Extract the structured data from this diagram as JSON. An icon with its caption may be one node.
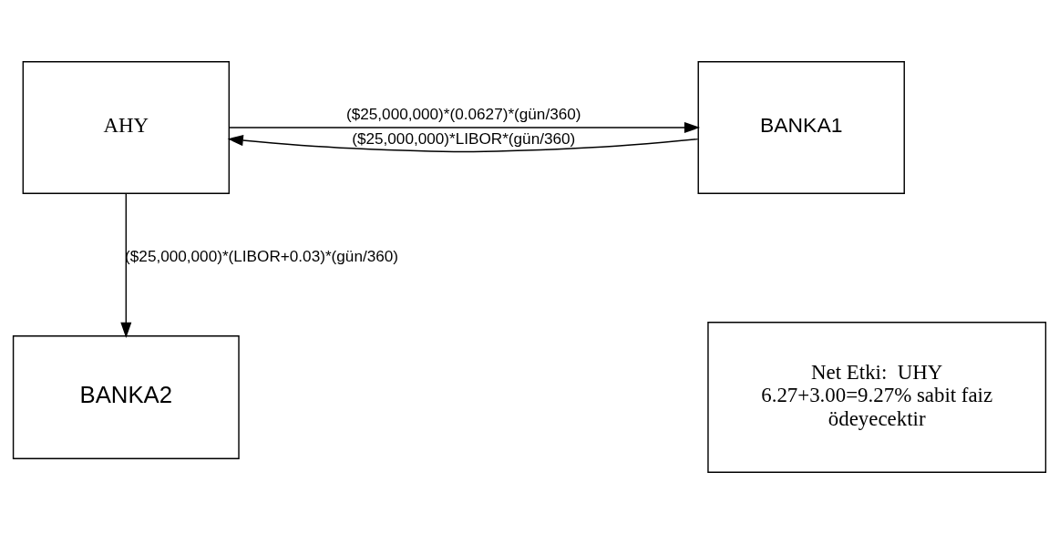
{
  "diagram": {
    "nodes": [
      {
        "text": [
          "AHY"
        ]
      },
      {
        "text": [
          "BANKA1"
        ]
      },
      {
        "text": [
          "BANKA2"
        ]
      },
      {
        "text": [
          "Net Etki:  UHY 6.27+3.00=9.27% sabit faiz ödeyecektir"
        ]
      }
    ],
    "edges": [
      {
        "from": 1,
        "to": 0,
        "arrow": "to",
        "label": "($25,000,000)*LIBOR*(gün/360)"
      },
      {
        "from": 0,
        "to": 1,
        "arrow": "to",
        "label": "($25,000,000)*(0.0627)*(gün/360)"
      },
      {
        "from": 0,
        "to": 2,
        "arrow": "to",
        "label": "($25,000,000)*(LIBOR+0.03)*(gün/360)"
      }
    ]
  }
}
